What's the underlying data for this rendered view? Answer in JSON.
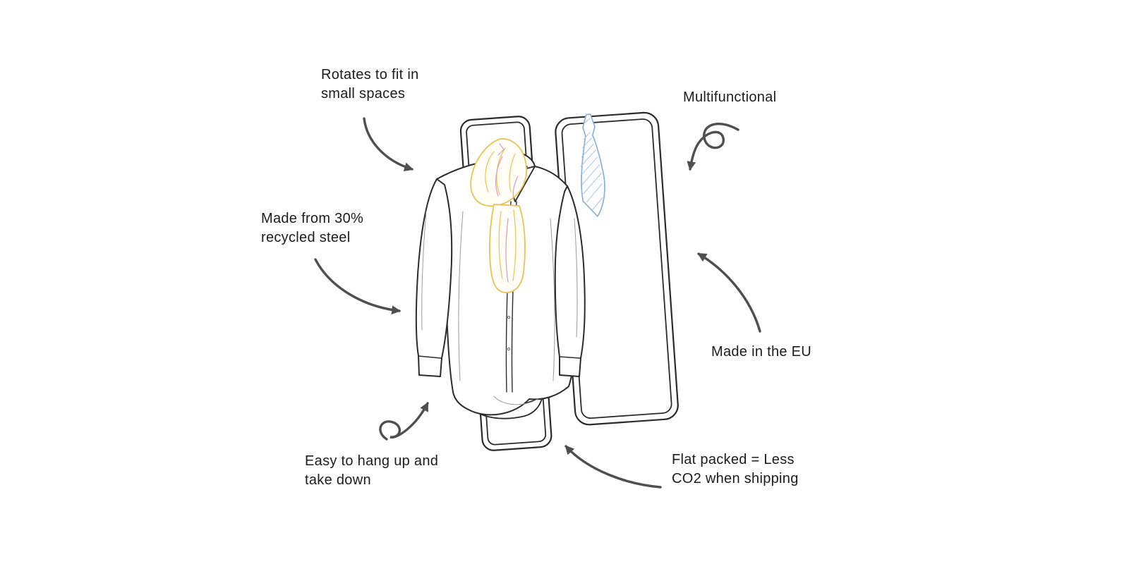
{
  "page": {
    "background": "#ffffff",
    "type": "annotated-product-illustration",
    "subject": "rotating clothes rack with shirt, scarf and tie"
  },
  "diagram": {
    "labels": {
      "rotates": {
        "line1": "Rotates to fit in",
        "line2": "small spaces"
      },
      "multifunctional": {
        "line1": "Multifunctional"
      },
      "recycled_steel": {
        "line1": "Made from 30%",
        "line2": "recycled steel"
      },
      "made_in_eu": {
        "line1": "Made in the EU"
      },
      "easy_hang": {
        "line1": "Easy to hang up and",
        "line2": "take down"
      },
      "flat_packed": {
        "line1": "Flat packed = Less",
        "line2": "CO2 when shipping"
      }
    },
    "colors": {
      "outline": "#2b2b2b",
      "arrow": "#4f4f4f",
      "text": "#1c1c1c",
      "scarf_yellow": "#e6c35c",
      "scarf_pink": "#dd9cc0",
      "tie_blue": "#8ab0d6"
    },
    "illustration_items": {
      "left_frame": "clothes-rack-frame-with-shirt",
      "right_frame": "clothes-rack-frame-with-tie",
      "garments": [
        "shirt",
        "scarf",
        "tie"
      ]
    }
  }
}
